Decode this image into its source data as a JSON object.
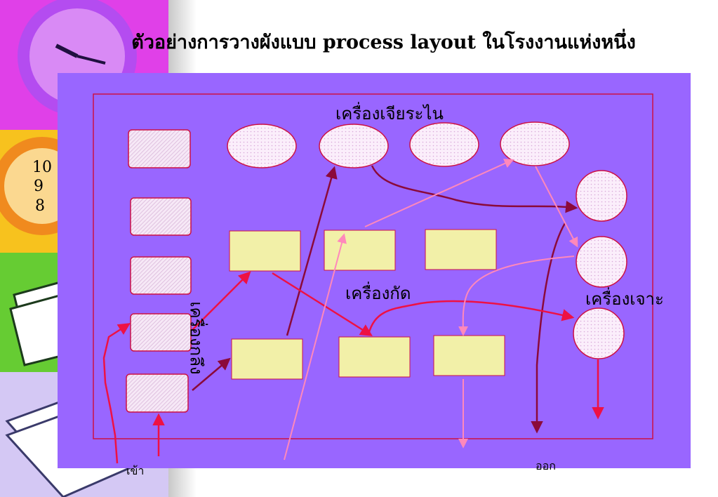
{
  "title": "ตัวอย่างการวางผังแบบ process layout ในโรงงานแห่งหนึ่ง",
  "labels": {
    "grinding": "เครื่องเจียระไน",
    "milling": "เครื่องกัด",
    "drilling": "เครื่องเจาะ",
    "lathe": "เครื่องกลึง",
    "entry": "เข้า",
    "exit": "ออก"
  },
  "colors": {
    "panel": "#9966ff",
    "border": "#cc1144",
    "rect_fill": "#f2f0a8",
    "machine_fill": "#f4e4f4",
    "flow_dark": "#8b0a3a",
    "flow_red": "#ee1144",
    "flow_pink": "#ff88bb"
  }
}
